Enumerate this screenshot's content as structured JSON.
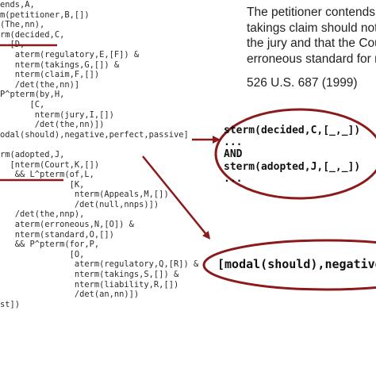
{
  "code_lines": [
    "ends,A,",
    "m(petitioner,B,[])",
    "(The,nn),",
    "rm(decided,C,",
    "  [D,",
    "   aterm(regulatory,E,[F]) &",
    "   nterm(takings,G,[]) &",
    "   nterm(claim,F,[])",
    "   /det(the,nn)]",
    "P^pterm(by,H,",
    "      [C,",
    "       nterm(jury,I,[])",
    "       /det(the,nn)])",
    "odal(should),negative,perfect,passive]",
    "",
    "rm(adopted,J,",
    "  [nterm(Court,K,[])",
    "   && L^pterm(of,L,",
    "              [K,",
    "               nterm(Appeals,M,[])",
    "               /det(null,nnps)])",
    "   /det(the,nnp),",
    "   aterm(erroneous,N,[O]) &",
    "   nterm(standard,O,[])",
    "   && P^pterm(for,P,",
    "              [O,",
    "               aterm(regulatory,Q,[R]) &",
    "               nterm(takings,S,[]) &",
    "               nterm(liability,R,[])",
    "               /det(an,nn)])",
    "st])"
  ],
  "prose_lines": [
    "The petitioner contends that the regulat",
    "takings claim should not have been deci",
    "the jury and that the Court of Appeals a",
    "erroneous standard for regulatory takin"
  ],
  "citation": "526 U.S. 687 (1999)",
  "ellipse_lines": [
    "sterm(decided,C,[_,_])",
    "...",
    "AND",
    "sterm(adopted,J,[_,_])",
    "..."
  ],
  "modal_text": "[modal(should),negative,perfect,pa",
  "colors": {
    "annotation": "#8b1a1a",
    "text": "#222222"
  }
}
